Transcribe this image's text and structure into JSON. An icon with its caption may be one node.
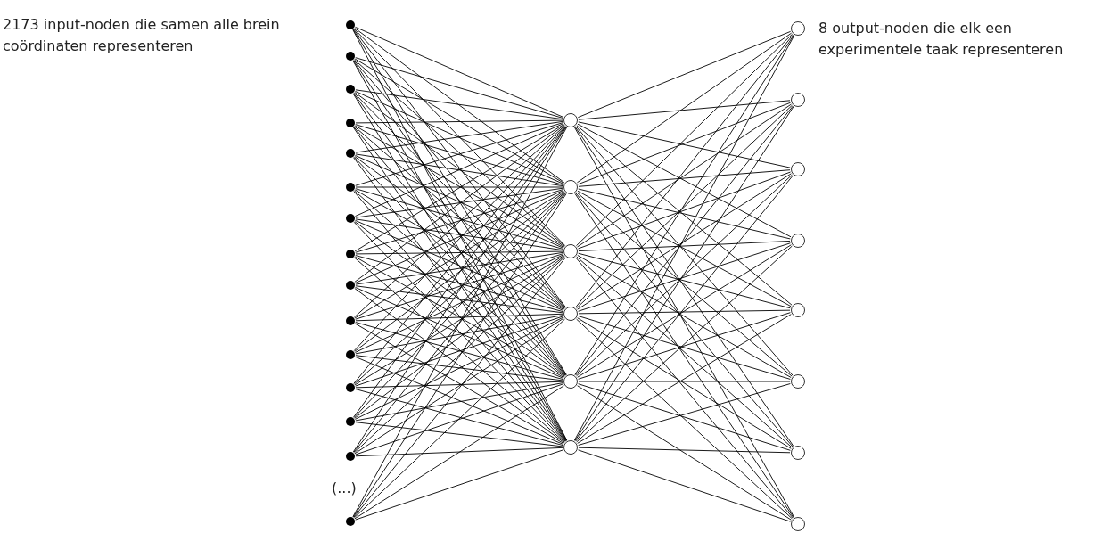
{
  "diagram": {
    "nodes": [
      {
        "text": [],
        "shape": "dot"
      },
      {
        "text": [],
        "shape": "dot"
      },
      {
        "text": [],
        "shape": "dot"
      },
      {
        "text": [],
        "shape": "dot"
      },
      {
        "text": [],
        "shape": "dot"
      },
      {
        "text": [],
        "shape": "dot"
      },
      {
        "text": [],
        "shape": "dot"
      },
      {
        "text": [],
        "shape": "dot"
      },
      {
        "text": [],
        "shape": "dot"
      },
      {
        "text": [],
        "shape": "dot"
      },
      {
        "text": [],
        "shape": "dot"
      },
      {
        "text": [],
        "shape": "dot"
      },
      {
        "text": [],
        "shape": "dot"
      },
      {
        "text": [],
        "shape": "dot"
      },
      {
        "text": [],
        "shape": "dot"
      },
      {
        "text": [],
        "shape": "circle"
      },
      {
        "text": [],
        "shape": "circle"
      },
      {
        "text": [],
        "shape": "circle"
      },
      {
        "text": [],
        "shape": "circle"
      },
      {
        "text": [],
        "shape": "circle"
      },
      {
        "text": [],
        "shape": "circle"
      },
      {
        "text": [],
        "shape": "circle"
      },
      {
        "text": [],
        "shape": "circle"
      },
      {
        "text": [],
        "shape": "circle"
      },
      {
        "text": [],
        "shape": "circle"
      },
      {
        "text": [],
        "shape": "circle"
      },
      {
        "text": [],
        "shape": "circle"
      },
      {
        "text": [],
        "shape": "circle"
      },
      {
        "text": [],
        "shape": "circle"
      }
    ],
    "edges": [
      {
        "from": 0,
        "to": 15,
        "arrow": "none"
      },
      {
        "from": 0,
        "to": 16,
        "arrow": "none"
      },
      {
        "from": 0,
        "to": 17,
        "arrow": "none"
      },
      {
        "from": 0,
        "to": 18,
        "arrow": "none"
      },
      {
        "from": 0,
        "to": 19,
        "arrow": "none"
      },
      {
        "from": 0,
        "to": 20,
        "arrow": "none"
      },
      {
        "from": 1,
        "to": 15,
        "arrow": "none"
      },
      {
        "from": 1,
        "to": 16,
        "arrow": "none"
      },
      {
        "from": 1,
        "to": 17,
        "arrow": "none"
      },
      {
        "from": 1,
        "to": 18,
        "arrow": "none"
      },
      {
        "from": 1,
        "to": 19,
        "arrow": "none"
      },
      {
        "from": 1,
        "to": 20,
        "arrow": "none"
      },
      {
        "from": 2,
        "to": 15,
        "arrow": "none"
      },
      {
        "from": 2,
        "to": 16,
        "arrow": "none"
      },
      {
        "from": 2,
        "to": 17,
        "arrow": "none"
      },
      {
        "from": 2,
        "to": 18,
        "arrow": "none"
      },
      {
        "from": 2,
        "to": 19,
        "arrow": "none"
      },
      {
        "from": 2,
        "to": 20,
        "arrow": "none"
      },
      {
        "from": 3,
        "to": 15,
        "arrow": "none"
      },
      {
        "from": 3,
        "to": 16,
        "arrow": "none"
      },
      {
        "from": 3,
        "to": 17,
        "arrow": "none"
      },
      {
        "from": 3,
        "to": 18,
        "arrow": "none"
      },
      {
        "from": 3,
        "to": 19,
        "arrow": "none"
      },
      {
        "from": 3,
        "to": 20,
        "arrow": "none"
      },
      {
        "from": 4,
        "to": 15,
        "arrow": "none"
      },
      {
        "from": 4,
        "to": 16,
        "arrow": "none"
      },
      {
        "from": 4,
        "to": 17,
        "arrow": "none"
      },
      {
        "from": 4,
        "to": 18,
        "arrow": "none"
      },
      {
        "from": 4,
        "to": 19,
        "arrow": "none"
      },
      {
        "from": 4,
        "to": 20,
        "arrow": "none"
      },
      {
        "from": 5,
        "to": 15,
        "arrow": "none"
      },
      {
        "from": 5,
        "to": 16,
        "arrow": "none"
      },
      {
        "from": 5,
        "to": 17,
        "arrow": "none"
      },
      {
        "from": 5,
        "to": 18,
        "arrow": "none"
      },
      {
        "from": 5,
        "to": 19,
        "arrow": "none"
      },
      {
        "from": 5,
        "to": 20,
        "arrow": "none"
      },
      {
        "from": 6,
        "to": 15,
        "arrow": "none"
      },
      {
        "from": 6,
        "to": 16,
        "arrow": "none"
      },
      {
        "from": 6,
        "to": 17,
        "arrow": "none"
      },
      {
        "from": 6,
        "to": 18,
        "arrow": "none"
      },
      {
        "from": 6,
        "to": 19,
        "arrow": "none"
      },
      {
        "from": 6,
        "to": 20,
        "arrow": "none"
      },
      {
        "from": 7,
        "to": 15,
        "arrow": "none"
      },
      {
        "from": 7,
        "to": 16,
        "arrow": "none"
      },
      {
        "from": 7,
        "to": 17,
        "arrow": "none"
      },
      {
        "from": 7,
        "to": 18,
        "arrow": "none"
      },
      {
        "from": 7,
        "to": 19,
        "arrow": "none"
      },
      {
        "from": 7,
        "to": 20,
        "arrow": "none"
      },
      {
        "from": 8,
        "to": 15,
        "arrow": "none"
      },
      {
        "from": 8,
        "to": 16,
        "arrow": "none"
      },
      {
        "from": 8,
        "to": 17,
        "arrow": "none"
      },
      {
        "from": 8,
        "to": 18,
        "arrow": "none"
      },
      {
        "from": 8,
        "to": 19,
        "arrow": "none"
      },
      {
        "from": 8,
        "to": 20,
        "arrow": "none"
      },
      {
        "from": 9,
        "to": 15,
        "arrow": "none"
      },
      {
        "from": 9,
        "to": 16,
        "arrow": "none"
      },
      {
        "from": 9,
        "to": 17,
        "arrow": "none"
      },
      {
        "from": 9,
        "to": 18,
        "arrow": "none"
      },
      {
        "from": 9,
        "to": 19,
        "arrow": "none"
      },
      {
        "from": 9,
        "to": 20,
        "arrow": "none"
      },
      {
        "from": 10,
        "to": 15,
        "arrow": "none"
      },
      {
        "from": 10,
        "to": 16,
        "arrow": "none"
      },
      {
        "from": 10,
        "to": 17,
        "arrow": "none"
      },
      {
        "from": 10,
        "to": 18,
        "arrow": "none"
      },
      {
        "from": 10,
        "to": 19,
        "arrow": "none"
      },
      {
        "from": 10,
        "to": 20,
        "arrow": "none"
      },
      {
        "from": 11,
        "to": 15,
        "arrow": "none"
      },
      {
        "from": 11,
        "to": 16,
        "arrow": "none"
      },
      {
        "from": 11,
        "to": 17,
        "arrow": "none"
      },
      {
        "from": 11,
        "to": 18,
        "arrow": "none"
      },
      {
        "from": 11,
        "to": 19,
        "arrow": "none"
      },
      {
        "from": 11,
        "to": 20,
        "arrow": "none"
      },
      {
        "from": 12,
        "to": 15,
        "arrow": "none"
      },
      {
        "from": 12,
        "to": 16,
        "arrow": "none"
      },
      {
        "from": 12,
        "to": 17,
        "arrow": "none"
      },
      {
        "from": 12,
        "to": 18,
        "arrow": "none"
      },
      {
        "from": 12,
        "to": 19,
        "arrow": "none"
      },
      {
        "from": 12,
        "to": 20,
        "arrow": "none"
      },
      {
        "from": 13,
        "to": 15,
        "arrow": "none"
      },
      {
        "from": 13,
        "to": 16,
        "arrow": "none"
      },
      {
        "from": 13,
        "to": 17,
        "arrow": "none"
      },
      {
        "from": 13,
        "to": 18,
        "arrow": "none"
      },
      {
        "from": 13,
        "to": 19,
        "arrow": "none"
      },
      {
        "from": 13,
        "to": 20,
        "arrow": "none"
      },
      {
        "from": 14,
        "to": 15,
        "arrow": "none"
      },
      {
        "from": 14,
        "to": 16,
        "arrow": "none"
      },
      {
        "from": 14,
        "to": 17,
        "arrow": "none"
      },
      {
        "from": 14,
        "to": 18,
        "arrow": "none"
      },
      {
        "from": 14,
        "to": 19,
        "arrow": "none"
      },
      {
        "from": 14,
        "to": 20,
        "arrow": "none"
      },
      {
        "from": 15,
        "to": 21,
        "arrow": "none"
      },
      {
        "from": 15,
        "to": 22,
        "arrow": "none"
      },
      {
        "from": 15,
        "to": 23,
        "arrow": "none"
      },
      {
        "from": 15,
        "to": 24,
        "arrow": "none"
      },
      {
        "from": 15,
        "to": 25,
        "arrow": "none"
      },
      {
        "from": 15,
        "to": 26,
        "arrow": "none"
      },
      {
        "from": 15,
        "to": 27,
        "arrow": "none"
      },
      {
        "from": 15,
        "to": 28,
        "arrow": "none"
      },
      {
        "from": 16,
        "to": 21,
        "arrow": "none"
      },
      {
        "from": 16,
        "to": 22,
        "arrow": "none"
      },
      {
        "from": 16,
        "to": 23,
        "arrow": "none"
      },
      {
        "from": 16,
        "to": 24,
        "arrow": "none"
      },
      {
        "from": 16,
        "to": 25,
        "arrow": "none"
      },
      {
        "from": 16,
        "to": 26,
        "arrow": "none"
      },
      {
        "from": 16,
        "to": 27,
        "arrow": "none"
      },
      {
        "from": 16,
        "to": 28,
        "arrow": "none"
      },
      {
        "from": 17,
        "to": 21,
        "arrow": "none"
      },
      {
        "from": 17,
        "to": 22,
        "arrow": "none"
      },
      {
        "from": 17,
        "to": 23,
        "arrow": "none"
      },
      {
        "from": 17,
        "to": 24,
        "arrow": "none"
      },
      {
        "from": 17,
        "to": 25,
        "arrow": "none"
      },
      {
        "from": 17,
        "to": 26,
        "arrow": "none"
      },
      {
        "from": 17,
        "to": 27,
        "arrow": "none"
      },
      {
        "from": 17,
        "to": 28,
        "arrow": "none"
      },
      {
        "from": 18,
        "to": 21,
        "arrow": "none"
      },
      {
        "from": 18,
        "to": 22,
        "arrow": "none"
      },
      {
        "from": 18,
        "to": 23,
        "arrow": "none"
      },
      {
        "from": 18,
        "to": 24,
        "arrow": "none"
      },
      {
        "from": 18,
        "to": 25,
        "arrow": "none"
      },
      {
        "from": 18,
        "to": 26,
        "arrow": "none"
      },
      {
        "from": 18,
        "to": 27,
        "arrow": "none"
      },
      {
        "from": 18,
        "to": 28,
        "arrow": "none"
      },
      {
        "from": 19,
        "to": 21,
        "arrow": "none"
      },
      {
        "from": 19,
        "to": 22,
        "arrow": "none"
      },
      {
        "from": 19,
        "to": 23,
        "arrow": "none"
      },
      {
        "from": 19,
        "to": 24,
        "arrow": "none"
      },
      {
        "from": 19,
        "to": 25,
        "arrow": "none"
      },
      {
        "from": 19,
        "to": 26,
        "arrow": "none"
      },
      {
        "from": 19,
        "to": 27,
        "arrow": "none"
      },
      {
        "from": 19,
        "to": 28,
        "arrow": "none"
      },
      {
        "from": 20,
        "to": 21,
        "arrow": "none"
      },
      {
        "from": 20,
        "to": 22,
        "arrow": "none"
      },
      {
        "from": 20,
        "to": 23,
        "arrow": "none"
      },
      {
        "from": 20,
        "to": 24,
        "arrow": "none"
      },
      {
        "from": 20,
        "to": 25,
        "arrow": "none"
      },
      {
        "from": 20,
        "to": 26,
        "arrow": "none"
      },
      {
        "from": 20,
        "to": 27,
        "arrow": "none"
      },
      {
        "from": 20,
        "to": 28,
        "arrow": "none"
      }
    ],
    "labels": [
      "2173 input-noden die samen alle brein coördinaten representeren",
      "8 output-noden die elk een experimentele taak representeren",
      "(...)"
    ]
  }
}
